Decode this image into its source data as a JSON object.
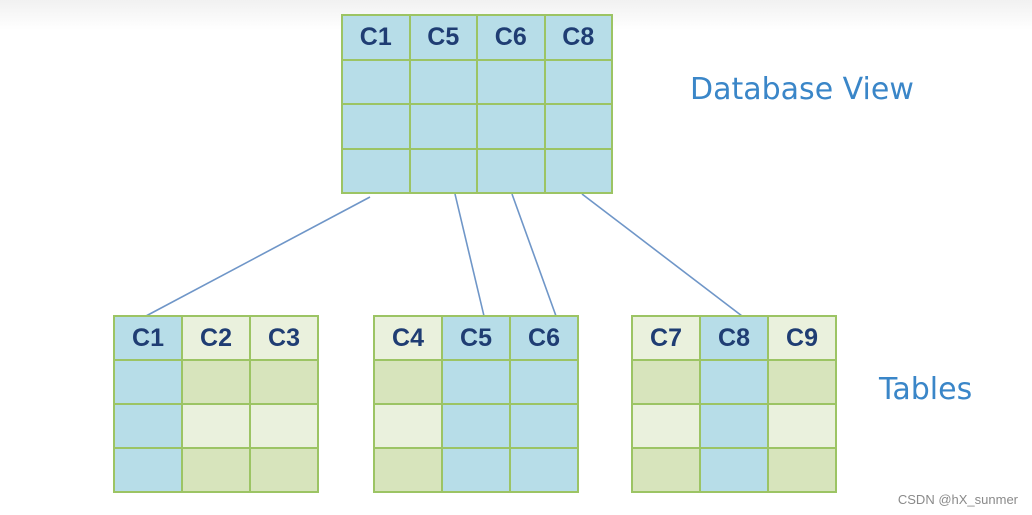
{
  "view": {
    "label": "Database View",
    "headers": [
      "C1",
      "C5",
      "C6",
      "C8"
    ]
  },
  "tables": {
    "label": "Tables",
    "items": [
      {
        "headers": [
          "C1",
          "C2",
          "C3"
        ]
      },
      {
        "headers": [
          "C4",
          "C5",
          "C6"
        ]
      },
      {
        "headers": [
          "C7",
          "C8",
          "C9"
        ]
      }
    ]
  },
  "colors": {
    "view_cell": "#b7dde8",
    "grid_line": "#9cc464",
    "label_text": "#3a86c8",
    "header_text": "#1f3d73",
    "connector": "#6f96c8"
  },
  "watermark": "CSDN @hX_sunmer"
}
